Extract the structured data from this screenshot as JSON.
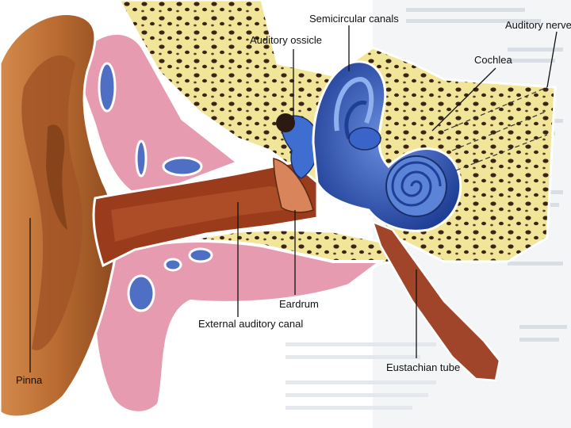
{
  "labels": {
    "semicircular_canals": "Semicircular canals",
    "auditory_nerve": "Auditory nerve",
    "auditory_ossicle": "Auditory ossicle",
    "cochlea": "Cochlea",
    "eardrum": "Eardrum",
    "external_auditory_canal": "External auditory canal",
    "eustachian_tube": "Eustachian tube",
    "pinna": "Pinna"
  },
  "colors": {
    "skin": "#c47a3f",
    "skin_dark": "#7a3a14",
    "tissue_pink": "#e79bb0",
    "bone_yellow": "#f1e59a",
    "bone_pore": "#3b2416",
    "cyst_blue": "#4f6fc4",
    "inner_ear_blue": "#2f56b5",
    "canal_red": "#8a2f1a"
  }
}
